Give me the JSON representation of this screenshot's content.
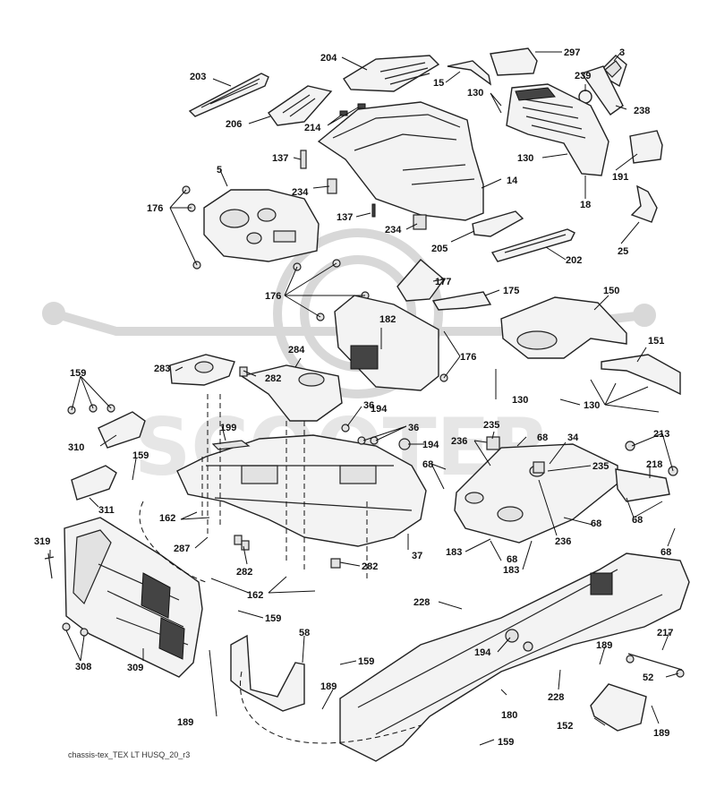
{
  "caption": "chassis-tex_TEX LT HUSQ_20_r3",
  "watermark": "SCOOTER",
  "labels": {
    "l203": "203",
    "l204": "204",
    "l297": "297",
    "l3": "3",
    "l15": "15",
    "l239": "239",
    "l130a": "130",
    "l206": "206",
    "l214": "214",
    "l238": "238",
    "l130b": "130",
    "l137a": "137",
    "l5": "5",
    "l191": "191",
    "l176a": "176",
    "l234a": "234",
    "l14": "14",
    "l18": "18",
    "l137b": "137",
    "l234b": "234",
    "l205": "205",
    "l25": "25",
    "l202": "202",
    "l177": "177",
    "l175": "175",
    "l150": "150",
    "l176b": "176",
    "l182": "182",
    "l151": "151",
    "l176c": "176",
    "l159a": "159",
    "l283": "283",
    "l284": "284",
    "l282a": "282",
    "l130c": "130",
    "l130d": "130",
    "l36a": "36",
    "l194a": "194",
    "l235a": "235",
    "l199": "199",
    "l36b": "36",
    "l236a": "236",
    "l68a": "68",
    "l34": "34",
    "l213": "213",
    "l310": "310",
    "l194b": "194",
    "l159b": "159",
    "l68b": "68",
    "l235b": "235",
    "l218": "218",
    "l311": "311",
    "l162a": "162",
    "l68c": "68",
    "l68d": "68",
    "l287": "287",
    "l183a": "183",
    "l68e": "68",
    "l236b": "236",
    "l68f": "68",
    "l319": "319",
    "l282b": "282",
    "l37": "37",
    "l282c": "282",
    "l162b": "162",
    "l183b": "183",
    "l228a": "228",
    "l159c": "159",
    "l58": "58",
    "l308": "308",
    "l194c": "194",
    "l217": "217",
    "l189a": "189",
    "l159d": "159",
    "l309": "309",
    "l52": "52",
    "l189b": "189",
    "l228b": "228",
    "l180": "180",
    "l189c": "189",
    "l152": "152",
    "l189d": "189",
    "l159e": "159"
  }
}
